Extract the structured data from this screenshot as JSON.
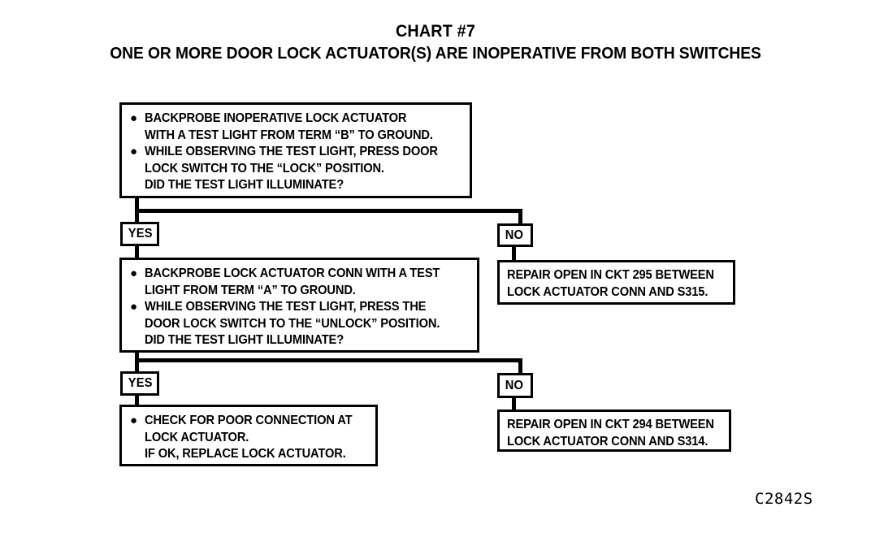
{
  "chart": {
    "title": "CHART #7",
    "subtitle": "ONE OR MORE DOOR LOCK ACTUATOR(S) ARE INOPERATIVE FROM BOTH SWITCHES",
    "code": "C2842S",
    "bullet_glyph": "●"
  },
  "nodes": {
    "step1": {
      "name": "backprobe-term-b-test",
      "lines": [
        {
          "bullet": true,
          "text": "BACKPROBE INOPERATIVE LOCK ACTUATOR"
        },
        {
          "bullet": false,
          "text": "WITH A TEST LIGHT FROM TERM “B” TO GROUND."
        },
        {
          "bullet": true,
          "text": "WHILE OBSERVING THE TEST LIGHT, PRESS DOOR"
        },
        {
          "bullet": false,
          "text": "LOCK SWITCH TO THE “LOCK” POSITION."
        },
        {
          "bullet": false,
          "text": "DID THE TEST LIGHT ILLUMINATE?"
        }
      ]
    },
    "step2": {
      "name": "backprobe-term-a-test",
      "lines": [
        {
          "bullet": true,
          "text": "BACKPROBE LOCK ACTUATOR CONN WITH A TEST"
        },
        {
          "bullet": false,
          "text": "LIGHT FROM TERM “A” TO GROUND."
        },
        {
          "bullet": true,
          "text": "WHILE OBSERVING THE TEST LIGHT, PRESS THE"
        },
        {
          "bullet": false,
          "text": "DOOR LOCK SWITCH TO THE “UNLOCK” POSITION."
        },
        {
          "bullet": false,
          "text": "DID THE TEST LIGHT ILLUMINATE?"
        }
      ]
    },
    "result_left": {
      "name": "check-poor-connection",
      "lines": [
        {
          "bullet": true,
          "text": "CHECK FOR POOR CONNECTION AT"
        },
        {
          "bullet": false,
          "text": "LOCK ACTUATOR."
        },
        {
          "bullet": false,
          "text": "IF OK, REPLACE LOCK ACTUATOR."
        }
      ]
    },
    "repair_295": {
      "name": "repair-ckt-295",
      "lines": [
        {
          "bullet": false,
          "text": "REPAIR OPEN IN CKT 295  BETWEEN"
        },
        {
          "bullet": false,
          "text": "LOCK ACTUATOR CONN AND S315."
        }
      ]
    },
    "repair_294": {
      "name": "repair-ckt-294",
      "lines": [
        {
          "bullet": false,
          "text": "REPAIR OPEN IN CKT 294 BETWEEN"
        },
        {
          "bullet": false,
          "text": "LOCK ACTUATOR CONN AND S314."
        }
      ]
    }
  },
  "branches": {
    "yes1": "YES",
    "no1": "NO",
    "yes2": "YES",
    "no2": "NO"
  }
}
